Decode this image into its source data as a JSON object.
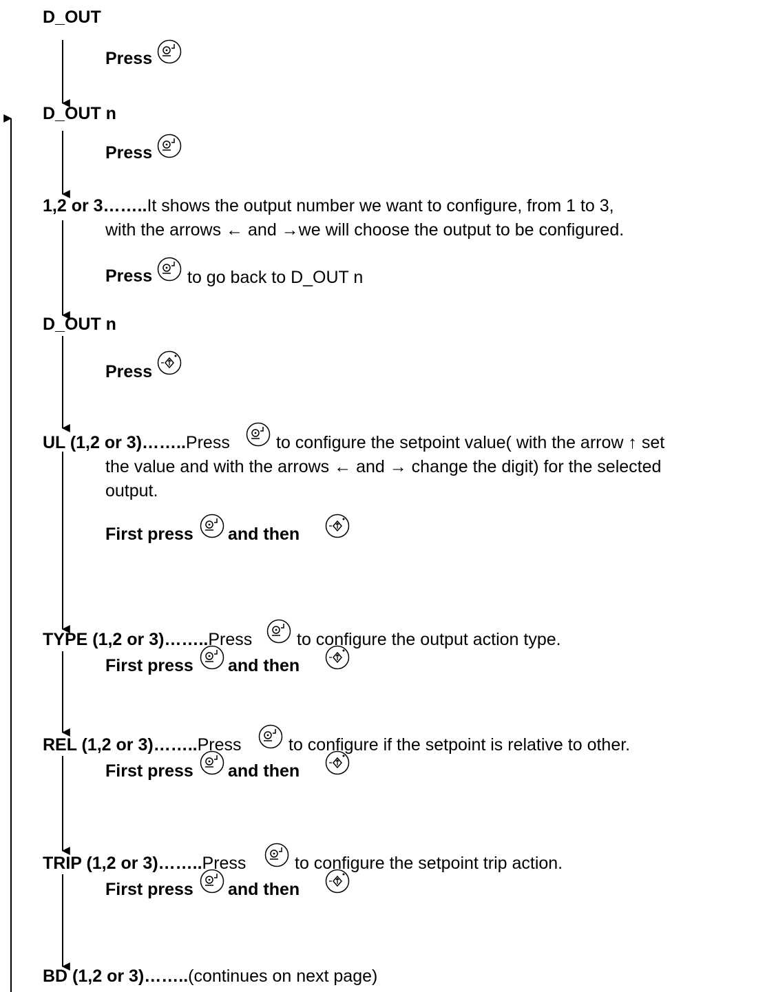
{
  "steps": {
    "s1": {
      "head": "D_OUT",
      "press": "Press"
    },
    "s2": {
      "head": "D_OUT n",
      "press": "Press"
    },
    "s3": {
      "head": "1,2 or 3……..",
      "line1": "It shows the output number we want to configure, from 1 to 3,",
      "line2": "with the arrows ← and →we will choose the output to be configured.",
      "press": "Press",
      "after": "to go back to D_OUT n"
    },
    "s4": {
      "head": "D_OUT n",
      "press": "Press"
    },
    "s5": {
      "head": "UL (1,2 or 3)……..",
      "line1": "Press",
      "line1b": "to configure the setpoint value( with the arrow ↑ set",
      "line2": "the value and with the arrows ← and → change the digit) for the selected",
      "line3": "output.",
      "first": "First press",
      "then": "and then"
    },
    "s6": {
      "head": "TYPE (1,2 or 3)……..",
      "line1": "Press",
      "line1b": "to configure the output action type.",
      "first": "First press",
      "then": "and then"
    },
    "s7": {
      "head": "REL (1,2 or 3)……..",
      "line1": "Press",
      "line1b": "to configure if the setpoint is relative to other.",
      "first": "First press",
      "then": "and then"
    },
    "s8": {
      "head": "TRIP (1,2 or 3)……..",
      "line1": "Press",
      "line1b": "to configure the setpoint trip action.",
      "first": "First press",
      "then": "and then"
    },
    "s9": {
      "head": "BD (1,2 or 3)……..",
      "tail": "(continues on next page)"
    }
  },
  "icons": {
    "enter": "enter-key-icon",
    "shift": "shift-key-icon"
  }
}
